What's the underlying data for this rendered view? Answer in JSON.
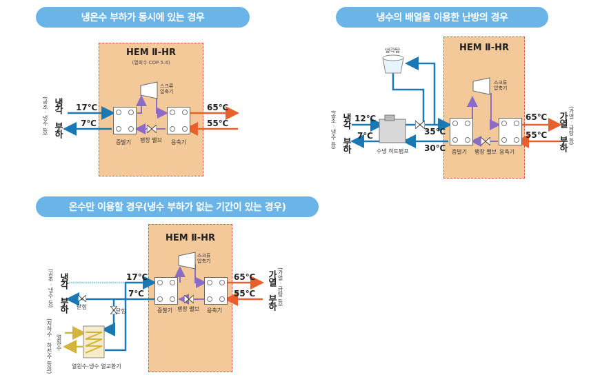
{
  "panel1": {
    "title": "냉온수 부하가 동시에 있는 경우",
    "hem_title": "HEM Ⅱ-HR",
    "hem_sub": "(열회수 COP 5.4)",
    "compressor": "스크류\n압축기",
    "evaporator": "증발기",
    "valve": "팽창 밸브",
    "condenser": "응축기",
    "t_in_left": "17℃",
    "t_out_left": "7℃",
    "t_out_right": "65℃",
    "t_in_right": "55℃",
    "load_left": "냉각 부하",
    "load_left_sub": "(공조 · 냉수 등)"
  },
  "panel2": {
    "title": "냉수의 배열을 이용한 난방의 경우",
    "hem_title": "HEM Ⅱ-HR",
    "tower": "냉각탑",
    "compressor": "스크류\n압축기",
    "evaporator": "증발기",
    "valve": "팽창 밸브",
    "condenser": "응축기",
    "heatpump": "수냉 히트펌프",
    "t_12": "12℃",
    "t_7": "7℃",
    "t_35": "35℃",
    "t_30": "30℃",
    "t_65": "65℃",
    "t_55": "55℃",
    "load_left": "냉각 부하",
    "load_left_sub": "(공조 · 냉수 등)",
    "load_right": "가열 부하",
    "load_right_sub": "(가열 · 급탕 등)"
  },
  "panel3": {
    "title": "온수만 이용할 경우(냉수 부하가 없는 기간이 있는 경우)",
    "hem_title": "HEM Ⅱ-HR",
    "compressor": "스크류\n압축기",
    "evaporator": "증발기",
    "valve": "팽창 밸브",
    "condenser": "응축기",
    "closed1": "닫힘",
    "closed2": "닫힘",
    "exchanger": "열원수-냉수 열교환기",
    "t_17": "17℃",
    "t_7": "7℃",
    "t_65": "65℃",
    "t_55": "55℃",
    "load_left": "냉각 부하",
    "load_left_sub": "(공조 · 냉수 등)",
    "load_right": "가열 부하",
    "load_right_sub": "(가열 · 급탕 등)",
    "source": "열원수",
    "source_sub": "(지하수 · 하천수 등의)"
  },
  "colors": {
    "pill": "#6ab4e8",
    "hem_bg": "#f4c99a",
    "hem_border": "#d9534f",
    "cold": "#1a78b4",
    "hot": "#e8602c",
    "refrigerant": "#8a6cc4",
    "source": "#d4b43c"
  }
}
